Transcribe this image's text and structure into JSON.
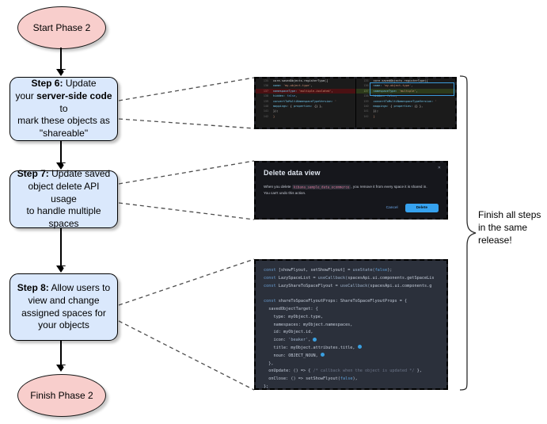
{
  "diagram": {
    "start_node": "Start Phase 2",
    "end_node": "Finish Phase 2",
    "side_note": "Finish all steps\nin the same\nrelease!",
    "side_note_lines": [
      "Finish all steps",
      "in the same",
      "release!"
    ],
    "steps": [
      {
        "id": "step-6",
        "label_bold": "Step 6:",
        "text_lines": [
          "Step 6: Update",
          "your server-side code to",
          "mark these objects as",
          "\"shareable\""
        ]
      },
      {
        "id": "step-7",
        "label_bold": "Step 7:",
        "text_lines": [
          "Step 7: Update saved",
          "object delete API usage",
          "to handle multiple spaces"
        ]
      },
      {
        "id": "step-8",
        "label_bold": "Step 8:",
        "text_lines": [
          "Step 8: Allow users to",
          "view and change",
          "assigned spaces for",
          "your objects"
        ]
      }
    ],
    "colors": {
      "terminal_fill": "#f8cecc",
      "process_fill": "#dae8fc",
      "stroke": "#000000",
      "accent_blue": "#36a2ef"
    }
  },
  "screenshots": {
    "code_diff": {
      "name": "registerType-diff",
      "left": {
        "rows": [
          {
            "ln": "135",
            "kind": "ctx",
            "tokens": [
              {
                "t": "core.savedObjects.registerType(",
                "c": "t-fn"
              },
              {
                "t": "{",
                "c": "t-pun"
              }
            ]
          },
          {
            "ln": "136",
            "kind": "ctx",
            "tokens": [
              {
                "t": "  name: ",
                "c": "t-prop"
              },
              {
                "t": "'my-object-type'",
                "c": "t-str"
              },
              {
                "t": ",",
                "c": "t-pun"
              }
            ]
          },
          {
            "ln": "137",
            "kind": "del",
            "tokens": [
              {
                "t": "  namespaceType: ",
                "c": "t-prop"
              },
              {
                "t": "'multiple-isolated'",
                "c": "t-str"
              },
              {
                "t": ",",
                "c": "t-pun"
              }
            ]
          },
          {
            "ln": "138",
            "kind": "ctx",
            "tokens": [
              {
                "t": "  hidden: ",
                "c": "t-prop"
              },
              {
                "t": "false",
                "c": "t-lit"
              },
              {
                "t": ",",
                "c": "t-pun"
              }
            ]
          },
          {
            "ln": "139",
            "kind": "ctx",
            "tokens": [
              {
                "t": "  convertToMultiNamespaceTypeVersion: ",
                "c": "t-prop"
              },
              {
                "t": "'",
                "c": "t-str"
              }
            ]
          },
          {
            "ln": "140",
            "kind": "ctx",
            "tokens": [
              {
                "t": "  mappings: ",
                "c": "t-prop"
              },
              {
                "t": "{ ",
                "c": "t-pun"
              },
              {
                "t": "properties: ",
                "c": "t-prop"
              },
              {
                "t": "{} },",
                "c": "t-pun"
              }
            ]
          },
          {
            "ln": "141",
            "kind": "ctx",
            "tokens": [
              {
                "t": "});",
                "c": "t-pun"
              }
            ]
          },
          {
            "ln": "142",
            "kind": "ctx",
            "tokens": [
              {
                "t": "}",
                "c": "t-str"
              }
            ]
          }
        ]
      },
      "right": {
        "rows": [
          {
            "ln": "135",
            "kind": "ctx",
            "tokens": [
              {
                "t": "core.savedObjects.registerType(",
                "c": "t-fn"
              },
              {
                "t": "{",
                "c": "t-pun"
              }
            ]
          },
          {
            "ln": "136",
            "kind": "ctx",
            "tokens": [
              {
                "t": "  name: ",
                "c": "t-prop"
              },
              {
                "t": "'my-object-type'",
                "c": "t-str"
              },
              {
                "t": ",",
                "c": "t-pun"
              }
            ]
          },
          {
            "ln": "137",
            "kind": "add",
            "tokens": [
              {
                "t": "  namespaceType: ",
                "c": "t-prop"
              },
              {
                "t": "'multiple'",
                "c": "t-str"
              },
              {
                "t": ",",
                "c": "t-pun"
              }
            ]
          },
          {
            "ln": "138",
            "kind": "ctx",
            "tokens": [
              {
                "t": "  hidden: ",
                "c": "t-prop"
              },
              {
                "t": "false",
                "c": "t-lit"
              },
              {
                "t": ",",
                "c": "t-pun"
              }
            ]
          },
          {
            "ln": "139",
            "kind": "ctx",
            "tokens": [
              {
                "t": "  convertToMultiNamespaceTypeVersion: ",
                "c": "t-prop"
              },
              {
                "t": "'",
                "c": "t-str"
              }
            ]
          },
          {
            "ln": "140",
            "kind": "ctx",
            "tokens": [
              {
                "t": "  mappings: ",
                "c": "t-prop"
              },
              {
                "t": "{ ",
                "c": "t-pun"
              },
              {
                "t": "properties: ",
                "c": "t-prop"
              },
              {
                "t": "{} },",
                "c": "t-pun"
              }
            ]
          },
          {
            "ln": "141",
            "kind": "ctx",
            "tokens": [
              {
                "t": "});",
                "c": "t-pun"
              }
            ]
          },
          {
            "ln": "142",
            "kind": "ctx",
            "tokens": [
              {
                "t": "}",
                "c": "t-str"
              }
            ]
          }
        ]
      }
    },
    "delete_dialog": {
      "name": "delete-data-view-modal",
      "title": "Delete data view",
      "close_icon": "close-icon",
      "body_prefix": "When you delete",
      "body_code": "kibana_sample_data_ecommerce",
      "body_suffix": ", you remove it from every space it is shared in. You can't undo this action.",
      "cancel_label": "Cancel",
      "delete_label": "Delete"
    },
    "react_code": {
      "name": "share-to-space-flyout-code",
      "lines": [
        [
          {
            "t": "const ",
            "c": "r-key"
          },
          {
            "t": "[showFlyout, setShowFlyout] = ",
            "c": "r-ident"
          },
          {
            "t": "useState(",
            "c": "r-fn"
          },
          {
            "t": "false",
            "c": "r-lit"
          },
          {
            "t": ");",
            "c": "r-ident"
          }
        ],
        [
          {
            "t": "const ",
            "c": "r-key"
          },
          {
            "t": "LazySpaceList = ",
            "c": "r-ident"
          },
          {
            "t": "useCallback(",
            "c": "r-fn"
          },
          {
            "t": "spacesApi.ui.components.getSpaceLis",
            "c": "r-ident"
          }
        ],
        [
          {
            "t": "const ",
            "c": "r-key"
          },
          {
            "t": "LazyShareToSpaceFlyout = ",
            "c": "r-ident"
          },
          {
            "t": "useCallback(",
            "c": "r-fn"
          },
          {
            "t": "spacesApi.ui.components.g",
            "c": "r-ident"
          }
        ],
        [
          {
            "t": "",
            "c": "r-ident"
          }
        ],
        [
          {
            "t": "const ",
            "c": "r-key"
          },
          {
            "t": "shareToSpaceFlyoutProps: ShareToSpaceFlyoutProps = {",
            "c": "r-ident"
          }
        ],
        [
          {
            "t": "  savedObjectTarget: {",
            "c": "r-ident"
          }
        ],
        [
          {
            "t": "    type: myObject.type,",
            "c": "r-ident"
          }
        ],
        [
          {
            "t": "    namespaces: myObject.namespaces,",
            "c": "r-ident"
          }
        ],
        [
          {
            "t": "    id: myObject.id,",
            "c": "r-ident"
          }
        ],
        [
          {
            "t": "    icon: ",
            "c": "r-ident"
          },
          {
            "t": "'beaker'",
            "c": "r-str"
          },
          {
            "t": ", ",
            "c": "r-ident"
          },
          {
            "t": "@1",
            "c": "badge"
          }
        ],
        [
          {
            "t": "    title: myObject.attributes.title, ",
            "c": "r-ident"
          },
          {
            "t": "@2",
            "c": "badge"
          }
        ],
        [
          {
            "t": "    noun: OBJECT_NOUN, ",
            "c": "r-ident"
          },
          {
            "t": "@3",
            "c": "badge"
          }
        ],
        [
          {
            "t": "  },",
            "c": "r-ident"
          }
        ],
        [
          {
            "t": "  onUpdate: () => { ",
            "c": "r-ident"
          },
          {
            "t": "/* callback when the object is updated */",
            "c": "r-cmt"
          },
          {
            "t": " },",
            "c": "r-ident"
          }
        ],
        [
          {
            "t": "  onClose: () => setShowFlyout(",
            "c": "r-ident"
          },
          {
            "t": "false",
            "c": "r-lit"
          },
          {
            "t": "),",
            "c": "r-ident"
          }
        ],
        [
          {
            "t": "};",
            "c": "r-ident"
          }
        ]
      ]
    }
  }
}
